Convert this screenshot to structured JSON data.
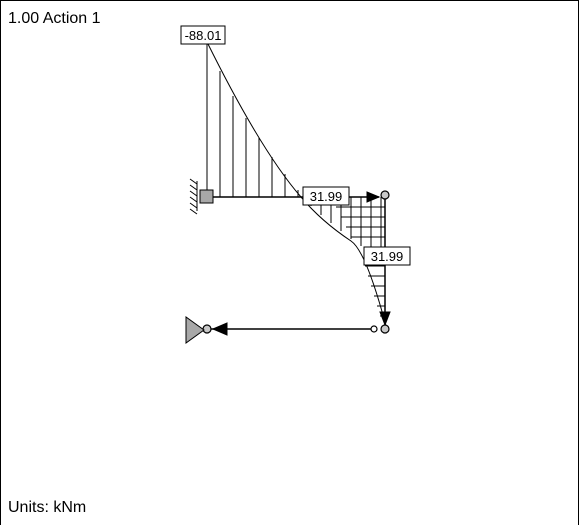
{
  "title": "1.00 Action 1",
  "units": "Units: kNm",
  "values": {
    "top": "-88.01",
    "mid": "31.99",
    "right": "31.99"
  }
}
